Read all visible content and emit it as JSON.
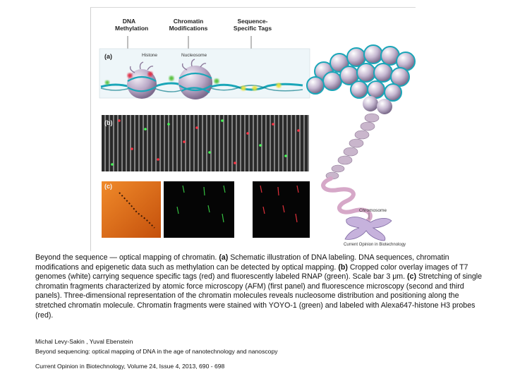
{
  "figure": {
    "headers": {
      "dna_methylation": "DNA Methylation",
      "chromatin_modifications": "Chromatin Modifications",
      "sequence_tags": "Sequence-Specific Tags"
    },
    "panel_labels": {
      "a": "(a)",
      "b": "(b)",
      "c": "(c)"
    },
    "labels": {
      "histone": "Histone",
      "nucleosome": "Nucleosome",
      "chromosome": "Chromosome"
    },
    "credit": "Current Opinion in Biotechnology",
    "colors": {
      "dna_strand": "#1aa6b8",
      "histone": "#b8a7c4",
      "methylation": "#e0304a",
      "modification": "#56c23c",
      "tag": "#e8e23a",
      "afm": "#e8701a"
    }
  },
  "caption": {
    "intro": "Beyond the sequence — optical mapping of chromatin.",
    "a_label": "(a)",
    "a_text": "Schematic illustration of DNA labeling. DNA sequences, chromatin modifications and epigenetic data such as methylation can be detected by optical mapping.",
    "b_label": "(b)",
    "b_text": "Cropped color overlay images of T7 genomes (white) carrying sequence specific tags (red) and fluorescently labeled RNAP (green). Scale bar 3 μm.",
    "c_label": "(c)",
    "c_text": "Stretching of single chromatin fragments characterized by atomic force microscopy (AFM) (first panel) and fluorescence microscopy (second and third panels). Three-dimensional representation of the chromatin molecules reveals nucleosome distribution and positioning along the stretched chromatin molecule. Chromatin fragments were stained with YOYO-1 (green) and labeled with Alexa647-histone H3 probes (red)."
  },
  "reference": {
    "authors": "Michal Levy-Sakin , Yuval Ebenstein",
    "title": "Beyond sequencing: optical mapping of DNA in the age of nanotechnology and nanoscopy",
    "journal": "Current Opinion in Biotechnology, Volume 24, Issue 4, 2013, 690 - 698"
  }
}
